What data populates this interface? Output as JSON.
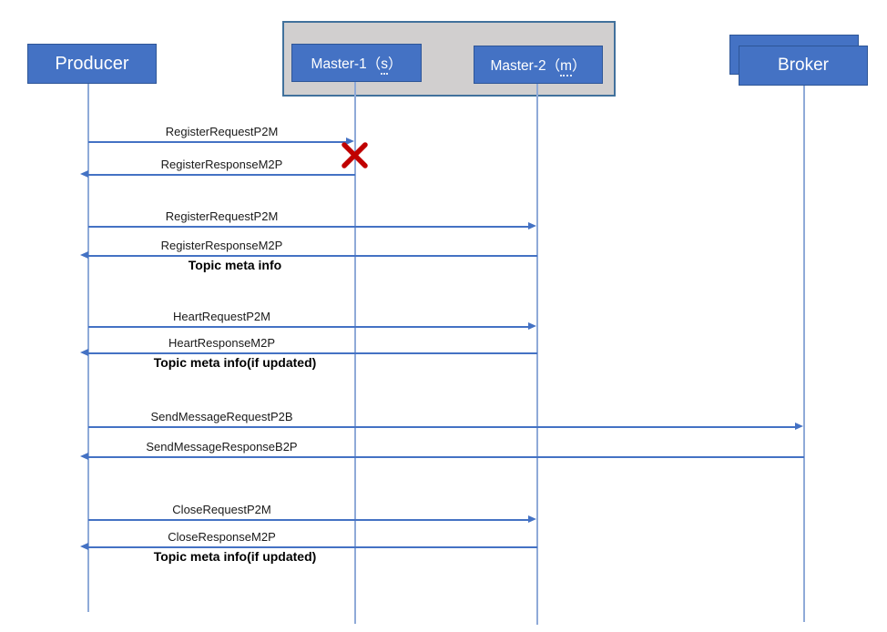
{
  "diagram": {
    "actors": {
      "producer": {
        "label": "Producer"
      },
      "master1": {
        "label_pre": "Master-1（",
        "label_mark": "s",
        "label_post": "）"
      },
      "master2": {
        "label_pre": "Master-2（",
        "label_mark": "m",
        "label_post": "）"
      },
      "broker": {
        "label": "Broker"
      }
    },
    "messages": [
      {
        "from": "producer",
        "to": "master1",
        "label": "RegisterRequestP2M",
        "failed": true
      },
      {
        "from": "master1",
        "to": "producer",
        "label": "RegisterResponseM2P"
      },
      {
        "from": "producer",
        "to": "master2",
        "label": "RegisterRequestP2M"
      },
      {
        "from": "master2",
        "to": "producer",
        "label": "RegisterResponseM2P",
        "note": "Topic meta info"
      },
      {
        "from": "producer",
        "to": "master2",
        "label": "HeartRequestP2M"
      },
      {
        "from": "master2",
        "to": "producer",
        "label": "HeartResponseM2P",
        "note": "Topic meta info(if updated)"
      },
      {
        "from": "producer",
        "to": "broker",
        "label": "SendMessageRequestP2B"
      },
      {
        "from": "broker",
        "to": "producer",
        "label": "SendMessageResponseB2P"
      },
      {
        "from": "producer",
        "to": "master2",
        "label": "CloseRequestP2M"
      },
      {
        "from": "master2",
        "to": "producer",
        "label": "CloseResponseM2P",
        "note": "Topic meta info(if updated)"
      }
    ],
    "colors": {
      "actor_fill": "#4472C4",
      "actor_border": "#2E5697",
      "container_fill": "#D1CFCF",
      "container_border": "#41719C",
      "line": "#4472C4",
      "lifeline": "#8FAAD8",
      "fail_x": "#C00000"
    }
  }
}
